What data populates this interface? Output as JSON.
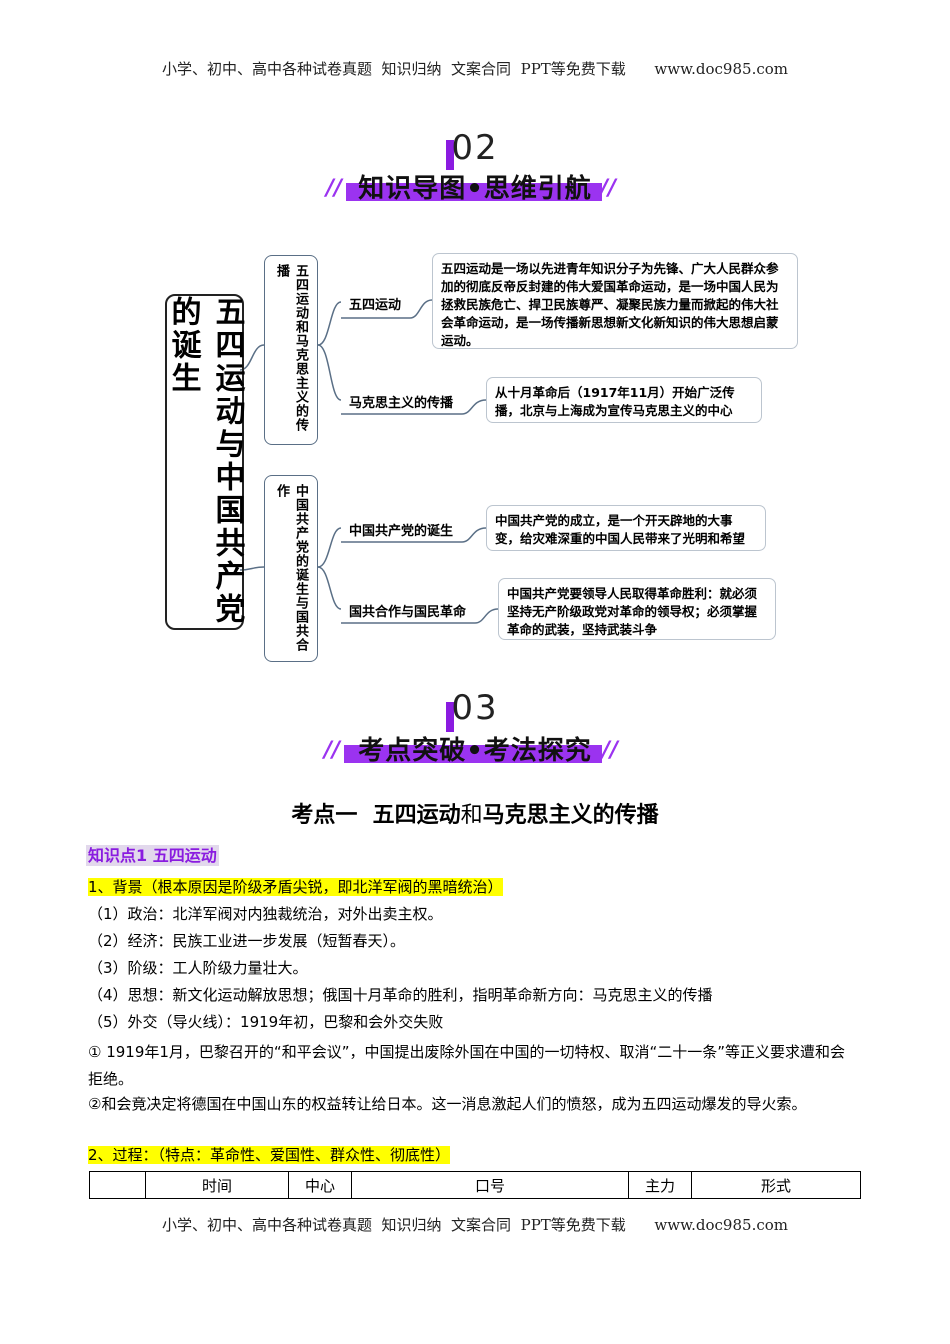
{
  "watermark": {
    "text": "小学、初中、高中各种试卷真题  知识归纳  文案合同  PPT等免费下载      www.doc985.com"
  },
  "section2": {
    "number": "02",
    "title": "知识导图•思维引航"
  },
  "mindmap": {
    "root": "五四运动与中国共产党的诞生",
    "branch1": {
      "label": "五四运动和马克思主义的传播",
      "nodes": [
        {
          "label": "五四运动",
          "desc": "五四运动是一场以先进青年知识分子为先锋、广大人民群众参加的彻底反帝反封建的伟大爱国革命运动，是一场中国人民为拯救民族危亡、捍卫民族尊严、凝聚民族力量而掀起的伟大社会革命运动，是一场传播新思想新文化新知识的伟大思想启蒙运动。"
        },
        {
          "label": "马克思主义的传播",
          "desc": "从十月革命后（1917年11月）开始广泛传播，北京与上海成为宣传马克思主义的中心"
        }
      ]
    },
    "branch2": {
      "label": "中国共产党的诞生与国共合作",
      "nodes": [
        {
          "label": "中国共产党的诞生",
          "desc": "中国共产党的成立，是一个开天辟地的大事变，给灾难深重的中国人民带来了光明和希望"
        },
        {
          "label": "国共合作与国民革命",
          "desc": "中国共产党要领导人民取得革命胜利：就必须坚持无产阶级政党对革命的领导权；必须掌握革命的武装，坚持武装斗争"
        }
      ]
    }
  },
  "section3": {
    "number": "03",
    "title": "考点突破•考法探究"
  },
  "kaodian": {
    "heading_a": "考点一  五四运动",
    "heading_b": "和",
    "heading_c": "马克思主义的传播",
    "point_label": "知识点1 五四运动",
    "background_title": "1、背景（根本原因是阶级矛盾尖锐，即北洋军阀的黑暗统治）",
    "items": [
      "（1）政治：北洋军阀对内独裁统治，对外出卖主权。",
      "（2）经济：民族工业进一步发展（短暂春天）。",
      "（3）阶级：工人阶级力量壮大。",
      "（4）思想：新文化运动解放思想；俄国十月革命的胜利，指明革命新方向：马克思主义的传播",
      "（5）外交（导火线）：1919年初，巴黎和会外交失败"
    ],
    "para1": "① 1919年1月，巴黎召开的“和平会议”，中国提出废除外国在中国的一切特权、取消“二十一条”等正义要求遭和会拒绝。",
    "para2": "②和会竟决定将德国在中国山东的权益转让给日本。这一消息激起人们的愤怒，成为五四运动爆发的导火索。",
    "process_title": "2、过程：（特点：革命性、爱国性、群众性、彻底性）",
    "table_headers": [
      "",
      "时间",
      "中心",
      "口号",
      "主力",
      "形式"
    ]
  }
}
